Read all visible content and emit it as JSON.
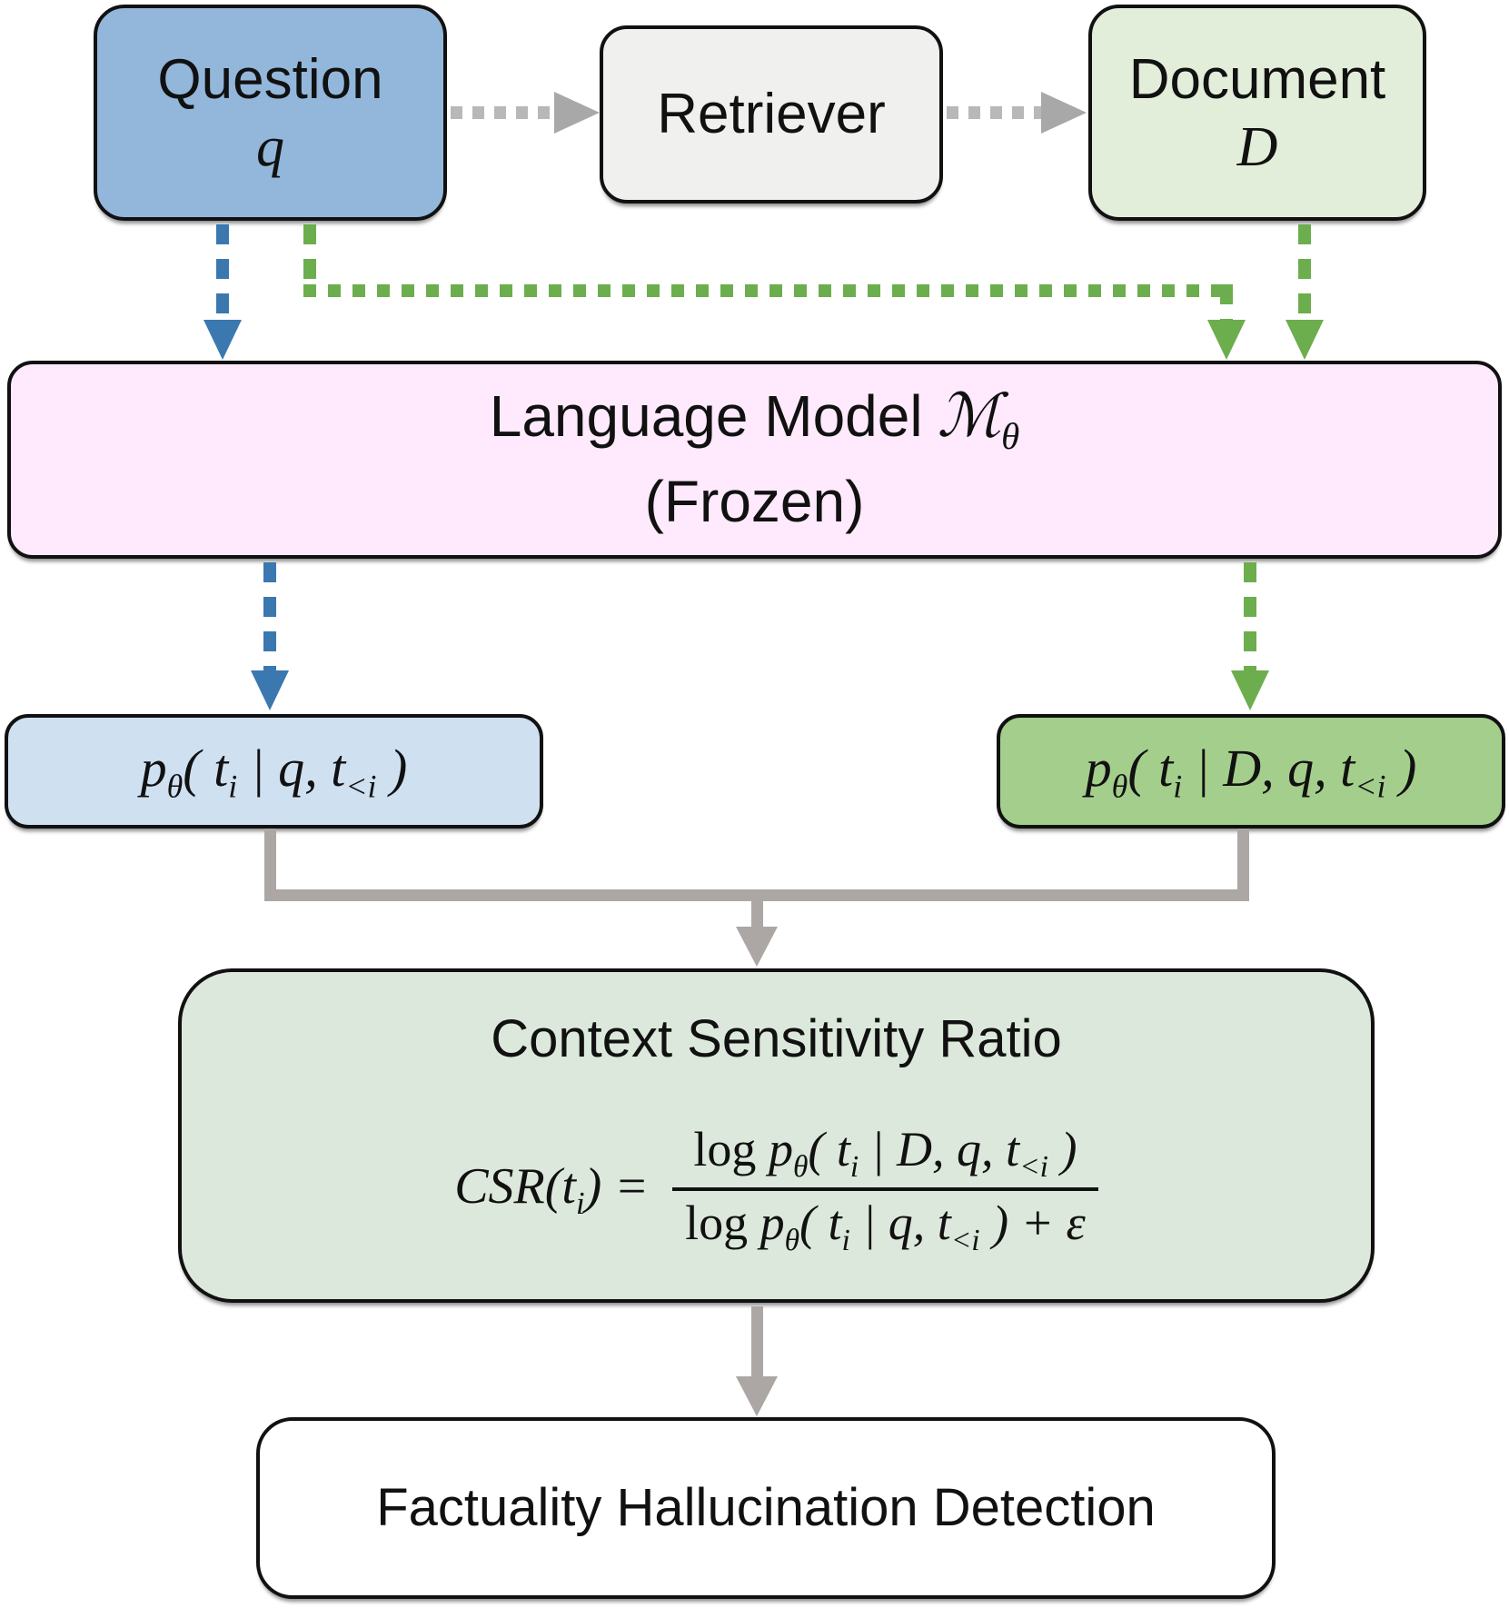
{
  "nodes": {
    "question": {
      "label": "Question",
      "symbol": "q",
      "fill": "#93b7db"
    },
    "retriever": {
      "label": "Retriever",
      "fill": "#f0f0ef"
    },
    "document": {
      "label": "Document",
      "symbol": "D",
      "fill": "#e3eeda"
    },
    "language_model": {
      "label": "Language Model",
      "symbol": "ℳ~θ~",
      "subtitle": "(Frozen)",
      "fill": "#feeafc"
    },
    "prob_question_only": {
      "formula": "p~θ~( t~i~ | q, t~<i~ )",
      "fill": "#cfe0f1"
    },
    "prob_with_document": {
      "formula": "p~θ~( t~i~ | D, q, t~<i~ )",
      "fill": "#a4ce8c"
    },
    "csr": {
      "title": "Context Sensitivity Ratio",
      "formula_lhs": "CSR(t~i~) =",
      "formula_numerator": "⟦log ⟧p~θ~( t~i~ | D, q, t~<i~ )",
      "formula_denominator": "⟦log ⟧p~θ~( t~i~ | q, t~<i~ ) + ε",
      "fill": "#dce8db"
    },
    "factuality": {
      "label": "Factuality Hallucination Detection",
      "fill": "#ffffff"
    }
  },
  "colors": {
    "border": "#111111",
    "blue_arrow": "#3b78b0",
    "green_arrow": "#6cae4d",
    "gray_dotted_arrow": "#b8b8b8",
    "gray_solid_arrow": "#aca7a4"
  }
}
